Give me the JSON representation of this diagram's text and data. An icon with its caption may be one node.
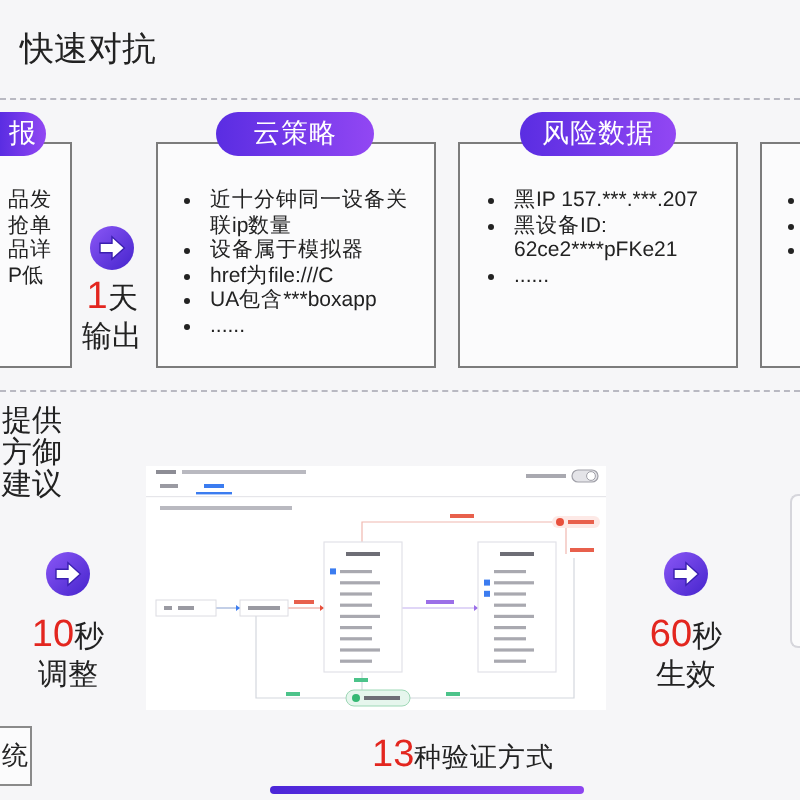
{
  "diagram": {
    "title": "快速对抗",
    "nodes": [
      {
        "text": [
          "报",
          "品发",
          "抢单",
          "品详",
          "P低"
        ]
      },
      {
        "text": [],
        "shape": "circle",
        "beside": [
          "**1**天输出"
        ]
      },
      {
        "text": [
          "云策略",
          "近十分钟同一设备关联ip数量",
          "设备属于模拟器",
          "href为file:///C",
          "UA包含***boxapp",
          "......"
        ]
      },
      {
        "text": [
          "风险数据",
          "黑IP 157.***.***.207",
          "黑设备ID: 62ce2****pFKe21",
          "......"
        ]
      },
      {
        "text": [],
        "shape": "box"
      },
      {
        "text": [],
        "shape": "circle",
        "beside": [
          "**10**秒调整"
        ]
      },
      {
        "text": [],
        "shape": "picture",
        "beside": [
          "**13**种验证方式"
        ]
      },
      {
        "text": [],
        "shape": "circle",
        "beside": [
          "**60**秒生效"
        ]
      },
      {
        "text": [],
        "shape": "box"
      },
      {
        "text": [
          "统"
        ]
      }
    ],
    "labels": [
      "提供方御建议"
    ]
  }
}
